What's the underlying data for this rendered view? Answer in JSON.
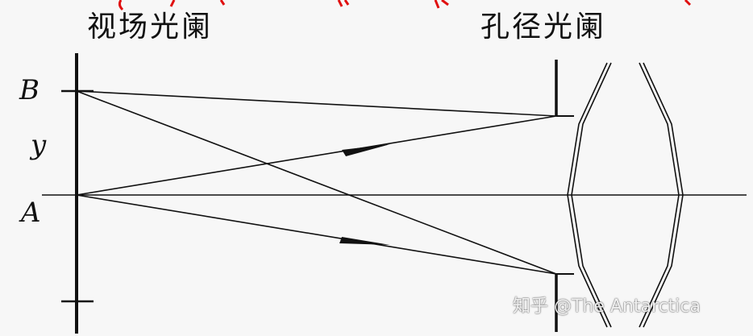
{
  "labels": {
    "field_stop": "视场光阑",
    "aperture_stop": "孔径光阑",
    "point_b": "B",
    "point_a": "A",
    "height_y": "y"
  },
  "watermark": "知乎 @The Antarctica"
}
